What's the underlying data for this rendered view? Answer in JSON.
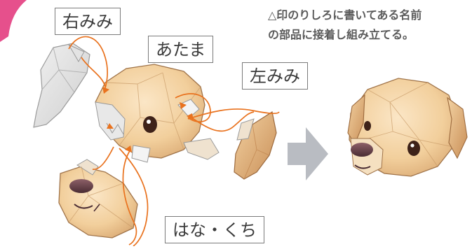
{
  "labels": {
    "right_ear": "右みみ",
    "head": "あたま",
    "left_ear": "左みみ",
    "nose_mouth": "はな・くち"
  },
  "instruction": "△印のりしろに書いてある名前\nの部品に接着し組み立てる。",
  "colors": {
    "corner_tab": "#e6508c",
    "line": "#e9721e",
    "arrow": "#b9bcc2",
    "label_border": "#7a7a7a"
  },
  "icons": [
    "assemble-arrow-icon",
    "glue-tab-marker-icon"
  ]
}
